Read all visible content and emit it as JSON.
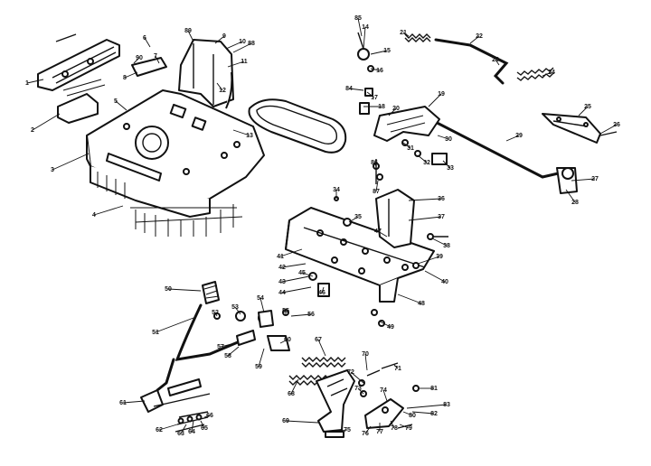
{
  "callouts": [
    "1",
    "2",
    "3",
    "4",
    "5",
    "6",
    "7",
    "8",
    "9",
    "10",
    "11",
    "12",
    "13",
    "14",
    "15",
    "16",
    "17",
    "18",
    "19",
    "20",
    "21",
    "22",
    "23",
    "24",
    "25",
    "26",
    "27",
    "28",
    "29",
    "30",
    "31",
    "32",
    "33",
    "34",
    "35",
    "36",
    "37",
    "38",
    "39",
    "40",
    "41",
    "42",
    "43",
    "44",
    "45",
    "46",
    "47",
    "48",
    "49",
    "50",
    "51",
    "52",
    "53",
    "54",
    "55",
    "56",
    "57",
    "58",
    "59",
    "60",
    "61",
    "62",
    "63",
    "64",
    "65",
    "66",
    "67",
    "68",
    "69",
    "70",
    "71",
    "72",
    "73",
    "74",
    "75",
    "76",
    "77",
    "78",
    "79",
    "80",
    "81",
    "82",
    "83",
    "84",
    "85",
    "86",
    "87",
    "88",
    "89",
    "90"
  ]
}
